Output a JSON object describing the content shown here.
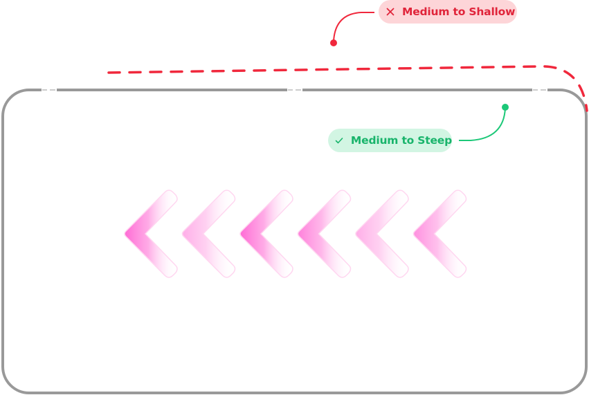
{
  "diagram": {
    "title": "Curve steepness comparison",
    "colors": {
      "frame": "#999999",
      "bad": "#f0283c",
      "bad_bg": "#fdd5d8",
      "bad_text": "#e0243a",
      "good": "#1cc878",
      "good_bg": "#d2f5e3",
      "good_text": "#18b46b",
      "chevron": "#ff6ad5"
    },
    "annotations": {
      "bad": {
        "icon": "x-icon",
        "label": "Medium to Shallow"
      },
      "good": {
        "icon": "check-icon",
        "label": "Medium to Steep"
      }
    },
    "chevrons": {
      "direction": "left",
      "count": 6,
      "intensities": [
        1.0,
        0.55,
        1.0,
        0.85,
        0.55,
        0.75
      ]
    }
  }
}
